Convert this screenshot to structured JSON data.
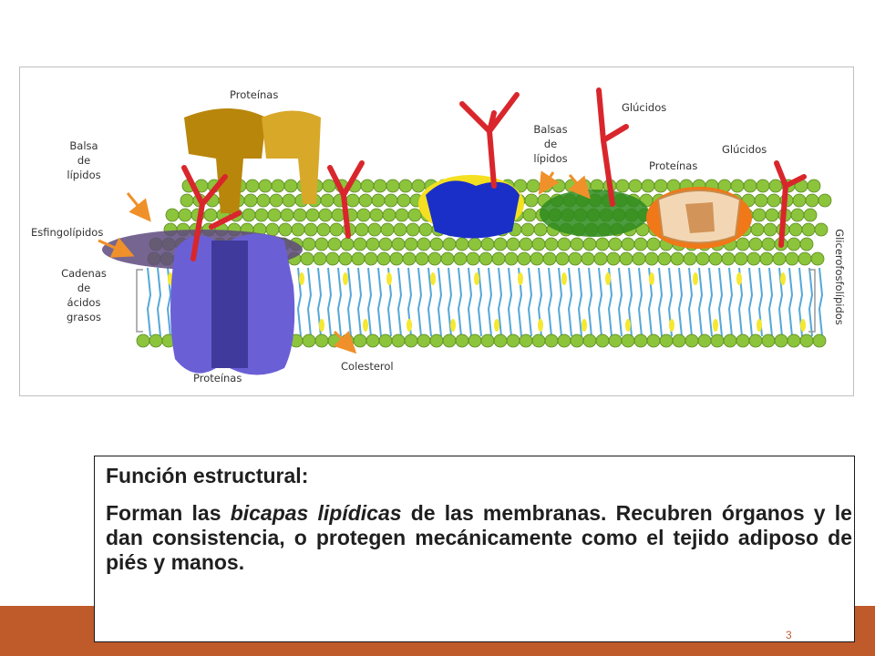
{
  "figure": {
    "labels": {
      "proteinas_top": "Proteínas",
      "balsa_left": [
        "Balsa",
        "de",
        "lípidos"
      ],
      "esfingolipidos": "Esfingolípidos",
      "cadenas": [
        "Cadenas",
        "de",
        "ácidos",
        "grasos"
      ],
      "proteinas_bottom": "Proteínas",
      "colesterol": "Colesterol",
      "balsas_mid": [
        "Balsas",
        "de",
        "lípidos"
      ],
      "glucidos_1": "Glúcidos",
      "glucidos_2": "Glúcidos",
      "proteinas_right": "Proteínas",
      "glicerofosfolipidos": "Glicerofosfolípidos"
    },
    "colors": {
      "head_green": "#8cc43c",
      "head_purple": "#5e4a7c",
      "tail_blue": "#55a8d8",
      "glycan_red": "#d9262c",
      "arrow_orange": "#f0902a",
      "protein_gold": "#b8860b",
      "protein_violet": "#6b5fd6",
      "protein_blue": "#1a2fc8",
      "protein_tan": "#e8c39a"
    }
  },
  "text_box": {
    "heading": "Función estructural:",
    "body_part1": "Forman las ",
    "body_italic": "bicapas lipídicas",
    "body_part2": " de las membranas. Recubren órganos y le dan consistencia, o protegen mecánicamente como el tejido adiposo de piés y manos."
  },
  "slide_number": "3",
  "theme": {
    "footer_color": "#bf5a2a",
    "text_color": "#1f1f1f"
  }
}
